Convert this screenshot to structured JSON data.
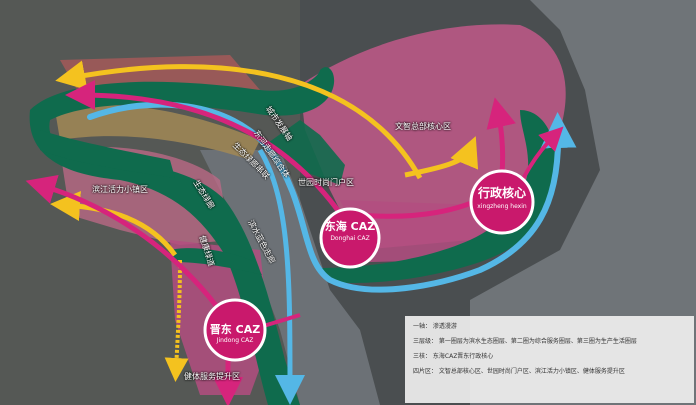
{
  "labels": {
    "wenzhi_core": "文智总部核心区",
    "binjiang_town": "滨江活力小镇区",
    "dihui_gateway": "世园时尚门户区",
    "east_river_corridor": "东河走廊综合体",
    "green_path_1": "生态绿廊",
    "blue_corridor": "滨水蓝色走廊",
    "green_path_2": "健康绿道",
    "health_zone": "健体服务提升区",
    "diagonal_1": "生态绿廊串联",
    "diagonal_2": "城市发展轴"
  },
  "hubs": {
    "donghai": {
      "title": "东海 CAZ",
      "sub": "Donghai CAZ"
    },
    "jindong": {
      "title": "晋东 CAZ",
      "sub": "Jindong CAZ"
    },
    "xingzheng": {
      "title": "行政核心",
      "sub": "xingzheng hexin"
    }
  },
  "legend": {
    "line1": "一轴： 渗透漫游",
    "line2": "三层级： 第一圈层为滨水生态圈层、第二圈为综合服务圈层、第三圈为生产生活圈层",
    "line3": "三核： 东海CAZ晋东行政核心",
    "line4": "四片区： 文智总部核心区、世园时尚门户区、滨江活力小镇区、健体服务提升区"
  },
  "colors": {
    "green_ring": "#0f6b4d",
    "blue_arrow": "#54b7e6",
    "yellow_arrow": "#f4c21f",
    "magenta_arrow": "#d6247c",
    "hub_fill": "#c9196c",
    "water": "#6f7478"
  }
}
